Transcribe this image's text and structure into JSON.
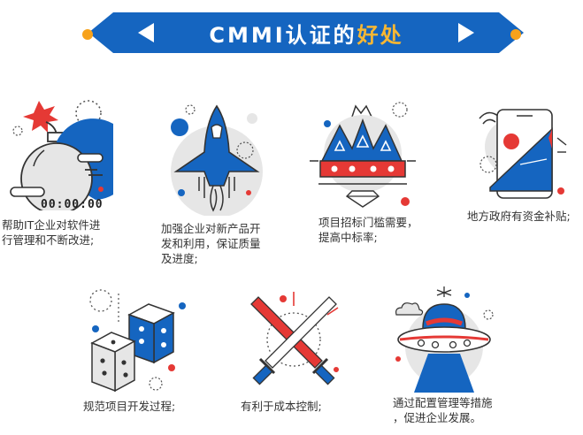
{
  "banner": {
    "title_main": "CMMI认证的",
    "title_highlight": "好处"
  },
  "colors": {
    "primary_blue": "#1565c0",
    "accent_red": "#e53935",
    "accent_orange": "#f7a21b",
    "highlight_yellow": "#f7b733",
    "light_gray": "#e6e6e6"
  },
  "benefits": [
    {
      "icon": "bomb-icon",
      "lines": [
        "帮助IT企业对软件进",
        "行管理和不断改进;"
      ],
      "timer": "00:00:00"
    },
    {
      "icon": "rocket-icon",
      "lines": [
        "加强企业对新产品开",
        "发和利用，保证质量",
        "及进度;"
      ]
    },
    {
      "icon": "crown-icon",
      "lines": [
        "项目招标门槛需要，",
        "提高中标率;"
      ]
    },
    {
      "icon": "phone-rocket-icon",
      "lines": [
        "地方政府有资金补贴;"
      ]
    },
    {
      "icon": "dice-icon",
      "lines": [
        "规范项目开发过程;"
      ]
    },
    {
      "icon": "crossed-swords-icon",
      "lines": [
        "有利于成本控制;"
      ]
    },
    {
      "icon": "ufo-icon",
      "lines": [
        "通过配置管理等措施",
        "，促进企业发展。"
      ]
    }
  ]
}
